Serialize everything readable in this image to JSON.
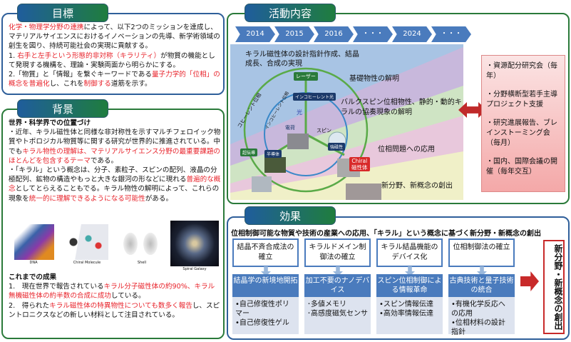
{
  "goal": {
    "title": "目標",
    "p1_red": "化学・物理学分野の連携",
    "p1": "によって、以下2つのミッションを達成し、マテリアルサイエンスにおけるイノベーションの先導、新学術領域の創生を図り、持続可能社会の実現に貢献する。",
    "m1_pre": "1. ",
    "m1_red": "右手と左手という形態的非対称（キラリティ）",
    "m1": "が物質の機能として発現する機構を、理論・実験両面から明らかにする。",
    "m2_pre": "2.「物質」と「情報」を繋ぐキーワードである",
    "m2_red1": "量子力学的「位相」の概念を普遍化",
    "m2_mid": "し、これを",
    "m2_red2": "制御する",
    "m2_end": "道筋を示す。"
  },
  "background": {
    "title": "背景",
    "subtitle": "世界・科学界での位置づけ",
    "b1": "・近年、キラル磁性体と同様な非対称性を示すマルチフェロイック物質やトポロジカル物質等に関する研究が世界的に推進されている。中でも",
    "b1_red": "キラル物性の理解は、マテリアルサイエンス分野の最重要課題のほとんどを包含するテーマ",
    "b1_end": "である。",
    "b2": "・「キラル」という概念は、分子、素粒子、スピンの配列、液晶の分極配列、鉱物の構造やもっと大きな銀河の形などに現れる",
    "b2_red": "普遍的な概念",
    "b2_mid": "としてとらえることもでる。キラル物性の解明によって、これらの現象を",
    "b2_red2": "統一的に理解できるようになる可能性",
    "b2_end": "がある。",
    "images": [
      "DNA",
      "Chiral Molecule",
      "Shell",
      "Spiral Galaxy"
    ],
    "results_title": "これまでの成果",
    "r1_pre": "1.　現在世界で報告されている",
    "r1_red": "キラル分子磁性体の約90%、キラル無機磁性体の約半数の合成に成功",
    "r1_end": "している。",
    "r2_pre": "2.　得られた",
    "r2_red": "キラル磁性体の特異物性についても数多く報告",
    "r2_end": "し、スピントロニクスなどの新しい材料として注目されている。"
  },
  "activity": {
    "title": "活動内容",
    "timeline": [
      "2014",
      "2015",
      "2016",
      "・・・",
      "2024",
      "・・・"
    ],
    "bands": [
      "キラル磁性体の設計指針作成、結晶成長、合成の実現",
      "基礎物性の解明",
      "バルクスピン位相物性、静的・動的キラルの協奏現象の解明",
      "位相問題への応用",
      "新分野、新概念の創出"
    ],
    "diagram": {
      "laser": "レーザー",
      "incoherent": "インコヒーレント光",
      "light": "光",
      "charge": "電荷",
      "spin": "スピン",
      "semiconductor": "半導体",
      "superconductor": "超伝導",
      "ferromagnet": "強磁性",
      "chiral1": "Chiral",
      "chiral2": "磁性体",
      "coherent_phase": "コヒーレント位相",
      "incoherent_phase": "インコヒーレント位相"
    },
    "side": [
      "・資源配分研究会（毎年）",
      "・分野横断型若手主導プロジェクト支援",
      "・研究進展報告、ブレインストーミング会（毎月）",
      "・国内、国際会議の開催（毎年交互）"
    ]
  },
  "effect": {
    "title": "効果",
    "headline": "位相制御可能な物質や技術の産業への応用、「キラル」という概念に基づく新分野・新概念の創出",
    "columns": [
      {
        "top": "結晶不斉合成法の確立",
        "mid": "結晶学の新境地開拓",
        "items": [
          "•自己修復性ポリマー",
          "•自己修復性ゲル"
        ]
      },
      {
        "top": "キラルドメイン制御法の確立",
        "mid": "加工不要のナノデバイス",
        "items": [
          "･多値メモリ",
          "･高感度磁気センサ"
        ]
      },
      {
        "top": "キラル結晶機能のデバイス化",
        "mid": "スピン位相制御による情報革命",
        "items": [
          "•スピン情報伝達",
          "•高効率情報伝達"
        ]
      },
      {
        "top": "位相制御法の確立",
        "mid": "古典技術と量子技術の統合",
        "items": [
          "•有機化学反応への応用",
          "•位相材料の設計指針"
        ]
      }
    ],
    "final": "新分野・新概念の創出"
  }
}
